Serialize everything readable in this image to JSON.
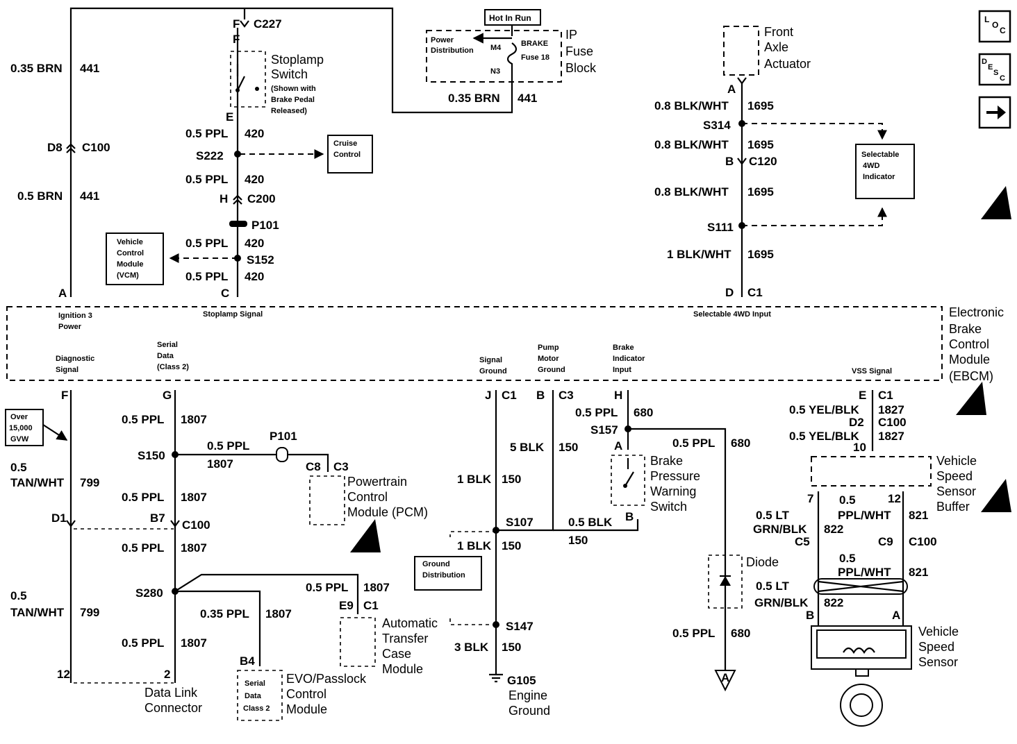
{
  "top": {
    "c227": "C227",
    "f1": "F",
    "f2": "F",
    "stoplamp_switch": [
      "Stoplamp",
      "Switch"
    ],
    "stoplamp_note": [
      "(Shown with",
      "Brake Pedal",
      "Released)"
    ],
    "wire_brn_035": "0.35 BRN",
    "circ_441": "441",
    "d8": "D8",
    "c100": "C100",
    "wire_brn_05": "0.5 BRN",
    "pin_e": "E",
    "wire_ppl_05": "0.5 PPL",
    "circ_420": "420",
    "s222": "S222",
    "cruise_control": [
      "Cruise",
      "Control"
    ],
    "pin_h": "H",
    "c200": "C200",
    "p101": "P101",
    "vcm": [
      "Vehicle",
      "Control",
      "Module",
      "(VCM)"
    ],
    "s152": "S152",
    "pin_a": "A",
    "pin_c": "C",
    "hot_in_run": "Hot In Run",
    "power_distribution": [
      "Power",
      "Distribution"
    ],
    "m4": "M4",
    "n3": "N3",
    "brake_fuse": [
      "BRAKE",
      "Fuse 18"
    ],
    "ip_fuse_block": [
      "IP",
      "Fuse",
      "Block"
    ],
    "front_axle": [
      "Front",
      "Axle",
      "Actuator"
    ],
    "wire_blkwht_08": "0.8 BLK/WHT",
    "wire_blkwht_1": "1 BLK/WHT",
    "circ_1695": "1695",
    "s314": "S314",
    "pin_b": "B",
    "c120": "C120",
    "selectable_4wd": [
      "Selectable",
      "4WD",
      "Indicator"
    ],
    "s111": "S111",
    "pin_d": "D",
    "c1": "C1"
  },
  "ebcm": {
    "title": [
      "Electronic",
      "Brake",
      "Control",
      "Module",
      "(EBCM)"
    ],
    "ignition": [
      "Ignition 3",
      "Power"
    ],
    "stoplamp_signal": "Stoplamp Signal",
    "selectable_input": "Selectable 4WD Input",
    "diagnostic": [
      "Diagnostic",
      "Signal"
    ],
    "serial_data": [
      "Serial",
      "Data",
      "(Class 2)"
    ],
    "signal_ground": [
      "Signal",
      "Ground"
    ],
    "pump_motor": [
      "Pump",
      "Motor",
      "Ground"
    ],
    "brake_indicator": [
      "Brake",
      "Indicator",
      "Input"
    ],
    "vss_signal": "VSS Signal"
  },
  "bottom": {
    "pin_f": "F",
    "pin_g": "G",
    "pin_j": "J",
    "pin_b": "B",
    "pin_h": "H",
    "pin_e": "E",
    "c1": "C1",
    "c3": "C3",
    "over_gvw": [
      "Over",
      "15,000",
      "GVW"
    ],
    "wire_tanwht": [
      "0.5",
      "TAN/WHT"
    ],
    "circ_799": "799",
    "d1": "D1",
    "b7": "B7",
    "c100": "C100",
    "wire_ppl_05": "0.5 PPL",
    "circ_1807": "1807",
    "s150": "S150",
    "p101": "P101",
    "c8": "C8",
    "pcm": [
      "Powertrain",
      "Control",
      "Module (PCM)"
    ],
    "s280": "S280",
    "wire_ppl_035": "0.35 PPL",
    "e9": "E9",
    "atcm": [
      "Automatic",
      "Transfer",
      "Case",
      "Module"
    ],
    "b4": "B4",
    "serial_class2": [
      "Serial",
      "Data",
      "Class 2"
    ],
    "evo": [
      "EVO/Passlock",
      "Control",
      "Module"
    ],
    "pin_12": "12",
    "pin_2": "2",
    "dlc": [
      "Data Link",
      "Connector"
    ],
    "wire_blk_5": "5 BLK",
    "wire_blk_1": "1 BLK",
    "wire_blk_05": "0.5 BLK",
    "wire_blk_3": "3 BLK",
    "circ_150": "150",
    "s107": "S107",
    "s147": "S147",
    "ground_dist": [
      "Ground",
      "Distribution"
    ],
    "g105": "G105",
    "engine_ground": [
      "Engine",
      "Ground"
    ],
    "circ_680": "680",
    "s157": "S157",
    "pin_a": "A",
    "bpws": [
      "Brake",
      "Pressure",
      "Warning",
      "Switch"
    ],
    "diode": "Diode",
    "wire_yelblk": "0.5 YEL/BLK",
    "circ_1827": "1827",
    "d2": "D2",
    "pin_10": "10",
    "vssb": [
      "Vehicle",
      "Speed",
      "Sensor",
      "Buffer"
    ],
    "pin_7": "7",
    "pin_12b": "12",
    "wire_ltgrn": [
      "0.5 LT",
      "GRN/BLK"
    ],
    "circ_822": "822",
    "wire_pplwht": [
      "0.5",
      "PPL/WHT"
    ],
    "circ_821": "821",
    "c5": "C5",
    "c9": "C9",
    "vss": [
      "Vehicle",
      "Speed",
      "Sensor"
    ],
    "offpage_a": "A"
  },
  "nav": {
    "loc": [
      "L",
      "O",
      "C"
    ],
    "desc": [
      "D",
      "E",
      "S",
      "C"
    ]
  }
}
